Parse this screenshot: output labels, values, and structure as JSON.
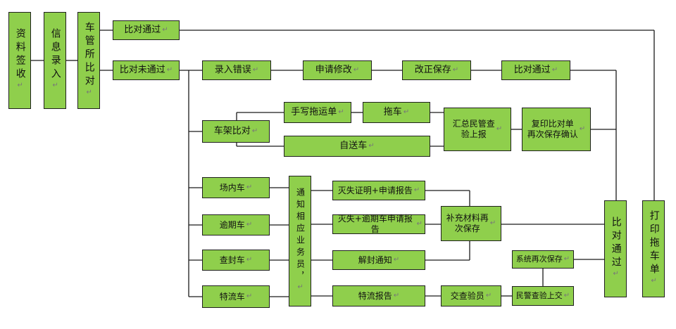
{
  "colors": {
    "box_fill": "#8fcf4c",
    "border": "#1f1f1f",
    "line": "#1a1a1a"
  },
  "return_mark": "↵",
  "nodes": {
    "ziliao": "资料签收",
    "xinxi": "信息录入",
    "chegsuo": "车管所比对",
    "bidui_tg_top": "比对通过",
    "bidui_wtg": "比对未通过",
    "luru_cw": "录入错误",
    "shenqing_xg": "申请修改",
    "gaizheng": "改正保存",
    "bidui_tg2": "比对通过",
    "cheja": "车架比对",
    "shouxie": "手写拖运单",
    "tuoche": "拖车",
    "huizong": "汇总民管查\n验上报",
    "fuyin": "复印比对单\n再次保存确认",
    "zisong": "自送车",
    "changnei": "场内车",
    "yuqi": "逾期车",
    "chafeng": "查封车",
    "teliu": "特流车",
    "tongzhi": "通知相应业务员，",
    "miesi1": "灭失证明+申请报告",
    "miesi2": "灭失+逾期车申请报告",
    "bucong": "补充材料再\n次保存",
    "jiefeng": "解封通知",
    "teliu_bg": "特流报告",
    "jiaocha": "交查验员",
    "xitong": "系统再次保存",
    "minjing": "民警查验上交",
    "bidui_tg_v": "比对通过",
    "dayin": "打印拖车单"
  }
}
